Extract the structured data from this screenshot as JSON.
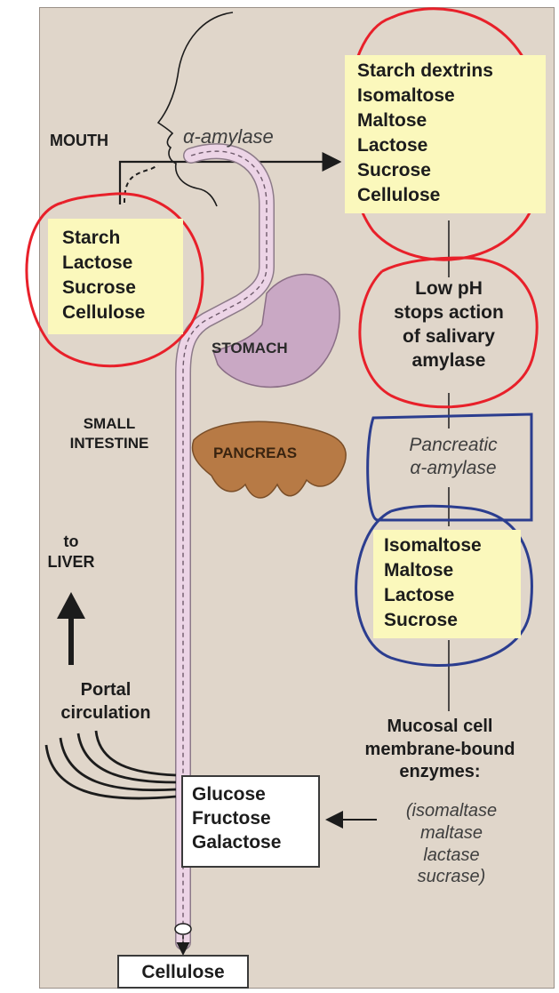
{
  "labels": {
    "mouth": "MOUTH",
    "alpha_amylase": "α-amylase",
    "stomach": "STOMACH",
    "small_intestine": "SMALL\nINTESTINE",
    "pancreas": "PANCREAS",
    "to_liver": "to\nLIVER",
    "portal_circulation": "Portal\ncirculation",
    "low_ph": "Low pH\nstops action\nof salivary\namylase",
    "pancreatic_amylase": "Pancreatic\nα-amylase",
    "mucosal": "Mucosal cell\nmembrane-bound\nenzymes:",
    "enzyme_list": "(isomaltase\nmaltase\nlactase\nsucrase)"
  },
  "boxes": {
    "ingested": "Starch\nLactose\nSucrose\nCellulose",
    "after_mouth": "Starch dextrins\nIsomaltose\nMaltose\nLactose\nSucrose\nCellulose",
    "after_pancreas": "Isomaltose\nMaltose\nLactose\nSucrose",
    "absorbed": "Glucose\nFructose\nGalactose",
    "excreted": "Cellulose"
  },
  "colors": {
    "panel": "#e0d6ca",
    "yellow_box": "#fbf8bc",
    "tract": "#e8cfe0",
    "stomach": "#c9a8c4",
    "pancreas": "#b77a45",
    "red_annotation": "#e8202a",
    "blue_annotation": "#2b3d8f"
  }
}
